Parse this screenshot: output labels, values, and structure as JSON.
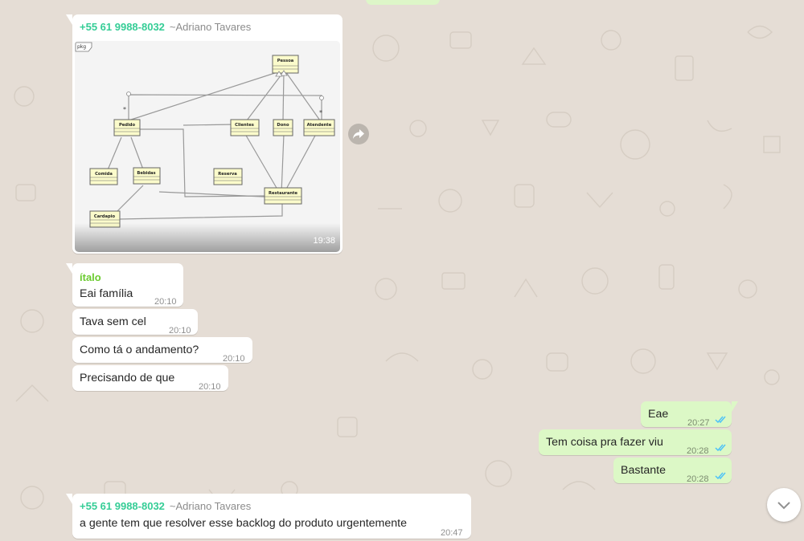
{
  "colors": {
    "wallpaper": "#e5ddd5",
    "incoming_bubble": "#ffffff",
    "outgoing_bubble": "#dcf8c6",
    "sender_phone": "#35cd96",
    "sender_italo": "#6bcb2f",
    "read_ticks": "#4fc3f7"
  },
  "image_message": {
    "sender_phone": "+55 61 9988-8032",
    "sender_name": "~Adriano Tavares",
    "time": "19:38",
    "diagram": {
      "pkg_label": "pkg",
      "classes": [
        "Pessoa",
        "Pedido",
        "Clientes",
        "Dono",
        "Atendente",
        "Comida",
        "Bebidas",
        "Reserva",
        "Restaurante",
        "Cardapio"
      ]
    }
  },
  "italo_group": {
    "sender": "ítalo",
    "messages": [
      {
        "text": "Eai família",
        "time": "20:10"
      },
      {
        "text": "Tava sem cel",
        "time": "20:10"
      },
      {
        "text": "Como tá o andamento?",
        "time": "20:10"
      },
      {
        "text": "Precisando de que",
        "time": "20:10"
      }
    ]
  },
  "outgoing": [
    {
      "text": "Eae",
      "time": "20:27",
      "status": "read"
    },
    {
      "text": "Tem coisa pra fazer viu",
      "time": "20:28",
      "status": "read"
    },
    {
      "text": "Bastante",
      "time": "20:28",
      "status": "read"
    }
  ],
  "last_message": {
    "sender_phone": "+55 61 9988-8032",
    "sender_name": "~Adriano Tavares",
    "text": "a gente tem que resolver esse backlog do produto urgentemente",
    "time": "20:47"
  },
  "icons": {
    "forward": "forward-arrow-icon",
    "scroll_down": "chevron-down-icon",
    "ticks": "double-check-icon"
  }
}
